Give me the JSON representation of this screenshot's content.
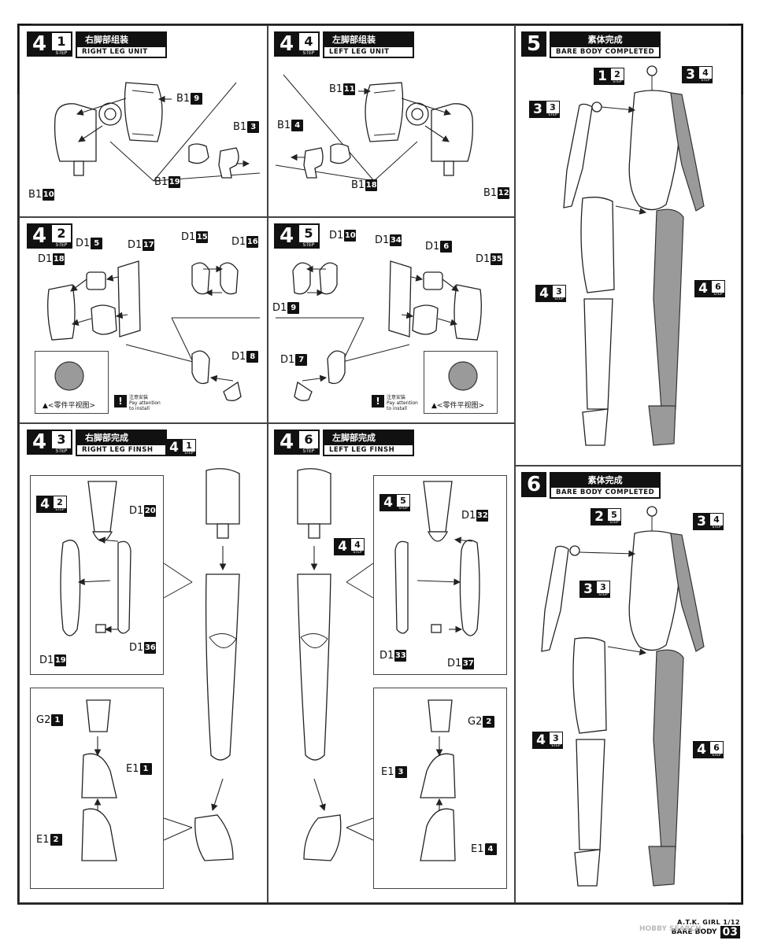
{
  "steps": {
    "s41": {
      "num": "4",
      "sub": "1",
      "step": "STEP",
      "cn": "右脚部组装",
      "en": "RIGHT LEG UNIT"
    },
    "s44": {
      "num": "4",
      "sub": "4",
      "step": "STEP",
      "cn": "左脚部组装",
      "en": "LEFT LEG UNIT"
    },
    "s5": {
      "num": "5",
      "cn": "素体完成",
      "en": "BARE BODY COMPLETED"
    },
    "s42": {
      "num": "4",
      "sub": "2",
      "step": "STEP"
    },
    "s45": {
      "num": "4",
      "sub": "5",
      "step": "STEP"
    },
    "s43": {
      "num": "4",
      "sub": "3",
      "step": "STEP",
      "cn": "右脚部完成",
      "en": "RIGHT LEG FINSH"
    },
    "s46": {
      "num": "4",
      "sub": "6",
      "step": "STEP",
      "cn": "左脚部完成",
      "en": "LEFT LEG FINSH"
    },
    "s6": {
      "num": "6",
      "cn": "素体完成",
      "en": "BARE BODY COMPLETED"
    }
  },
  "labels": {
    "p41": [
      {
        "t": "B1",
        "n": "9"
      },
      {
        "t": "B1",
        "n": "3"
      },
      {
        "t": "B1",
        "n": "19"
      },
      {
        "t": "B1",
        "n": "10"
      }
    ],
    "p44": [
      {
        "t": "B1",
        "n": "11"
      },
      {
        "t": "B1",
        "n": "4"
      },
      {
        "t": "B1",
        "n": "18"
      },
      {
        "t": "B1",
        "n": "12"
      }
    ],
    "p42": [
      {
        "t": "D1",
        "n": "5"
      },
      {
        "t": "D1",
        "n": "17"
      },
      {
        "t": "D1",
        "n": "18"
      },
      {
        "t": "D1",
        "n": "15"
      },
      {
        "t": "D1",
        "n": "16"
      },
      {
        "t": "D1",
        "n": "8"
      }
    ],
    "p45": [
      {
        "t": "D1",
        "n": "10"
      },
      {
        "t": "D1",
        "n": "34"
      },
      {
        "t": "D1",
        "n": "6"
      },
      {
        "t": "D1",
        "n": "35"
      },
      {
        "t": "D1",
        "n": "9"
      },
      {
        "t": "D1",
        "n": "7"
      }
    ],
    "p43": [
      {
        "t": "D1",
        "n": "20"
      },
      {
        "t": "D1",
        "n": "19"
      },
      {
        "t": "D1",
        "n": "36"
      },
      {
        "t": "G2",
        "n": "1"
      },
      {
        "t": "E1",
        "n": "1"
      },
      {
        "t": "E1",
        "n": "2"
      }
    ],
    "p46": [
      {
        "t": "D1",
        "n": "32"
      },
      {
        "t": "D1",
        "n": "33"
      },
      {
        "t": "D1",
        "n": "37"
      },
      {
        "t": "G2",
        "n": "2"
      },
      {
        "t": "E1",
        "n": "3"
      },
      {
        "t": "E1",
        "n": "4"
      }
    ]
  },
  "stepRefs": {
    "s5_top_left": {
      "num": "1",
      "sub": "2",
      "step": "STEP"
    },
    "s5_top_right": {
      "num": "3",
      "sub": "4",
      "step": "STEP"
    },
    "s5_arm": {
      "num": "3",
      "sub": "3",
      "step": "STEP"
    },
    "s5_leg_left": {
      "num": "4",
      "sub": "3",
      "step": "STEP"
    },
    "s5_leg_right": {
      "num": "4",
      "sub": "6",
      "step": "STEP"
    },
    "s6_top_left": {
      "num": "2",
      "sub": "5",
      "step": "STEP"
    },
    "s6_top_right": {
      "num": "3",
      "sub": "4",
      "step": "STEP"
    },
    "s6_arm": {
      "num": "3",
      "sub": "3",
      "step": "STEP"
    },
    "s6_leg_left": {
      "num": "4",
      "sub": "3",
      "step": "STEP"
    },
    "s6_leg_right": {
      "num": "4",
      "sub": "6",
      "step": "STEP"
    },
    "p43_ref42": {
      "num": "4",
      "sub": "2",
      "step": "STEP"
    },
    "p43_ref41": {
      "num": "4",
      "sub": "1",
      "step": "STEP"
    },
    "p46_ref45": {
      "num": "4",
      "sub": "5",
      "step": "STEP"
    },
    "p46_ref44": {
      "num": "4",
      "sub": "4",
      "step": "STEP"
    }
  },
  "notes": {
    "topview": "▲<零件平视图>",
    "warn_symbol": "!",
    "attn_cn": "注意安装",
    "attn_en1": "Pay attention",
    "attn_en2": "to install"
  },
  "footer": {
    "line1": "A.T.K. GIRL 1/12",
    "line2": "BARE BODY",
    "page": "03"
  },
  "watermark": "HOBBY SEARCH"
}
